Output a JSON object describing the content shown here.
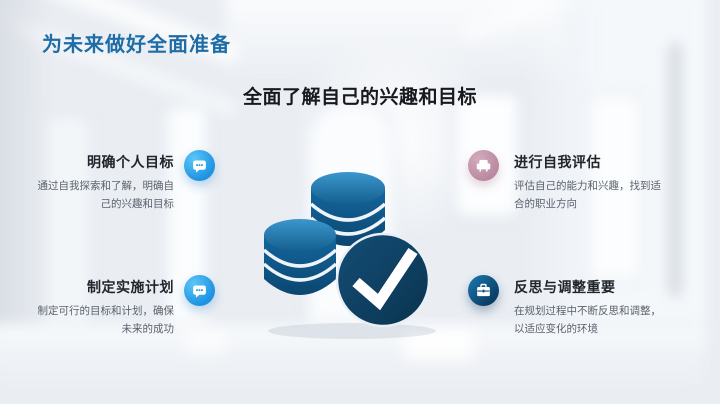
{
  "slide": {
    "title": "为未来做好全面准备",
    "heading": "全面了解自己的兴趣和目标"
  },
  "features": {
    "left": [
      {
        "title": "明确个人目标",
        "body": "通过自我探索和了解，明确自己的兴趣和目标",
        "icon": "chat-bubble-icon"
      },
      {
        "title": "制定实施计划",
        "body": "制定可行的目标和计划，确保未来的成功",
        "icon": "chat-bubble-icon"
      }
    ],
    "right": [
      {
        "title": "进行自我评估",
        "body": "评估自己的能力和兴趣，找到适合的职业方向",
        "icon": "armchair-icon"
      },
      {
        "title": "反思与调整重要",
        "body": "在规划过程中不断反思和调整，以适应变化的环境",
        "icon": "briefcase-icon"
      }
    ]
  },
  "illustration": {
    "name": "coin-stacks-with-checkmark",
    "elements": [
      "coin-stack-back",
      "coin-stack-front",
      "checkmark-circle"
    ]
  },
  "colors": {
    "title_blue": "#1e6da6",
    "heading_dark": "#17191e",
    "body_gray": "#5a626e",
    "accent_sky": "#2196e0",
    "accent_pink": "#bb8aa0",
    "accent_navy": "#0d4f7e",
    "coin_blue": "#1d6fa6",
    "check_circle_navy": "#0e3e5f",
    "check_white": "#ffffff",
    "background": "#eaeef3"
  }
}
